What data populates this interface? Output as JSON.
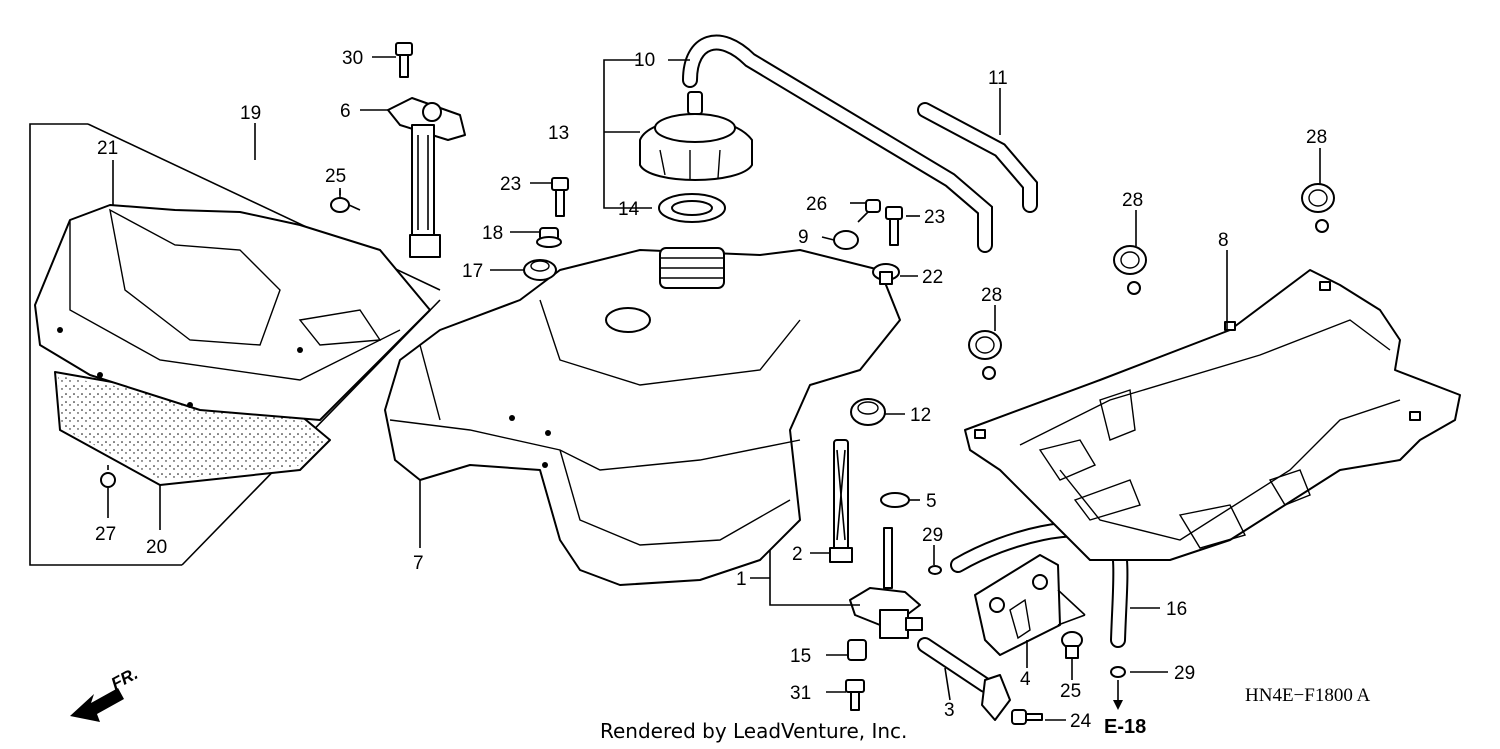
{
  "callouts": [
    {
      "id": "1",
      "label": "1"
    },
    {
      "id": "2",
      "label": "2"
    },
    {
      "id": "3",
      "label": "3"
    },
    {
      "id": "4",
      "label": "4"
    },
    {
      "id": "5",
      "label": "5"
    },
    {
      "id": "6",
      "label": "6"
    },
    {
      "id": "7",
      "label": "7"
    },
    {
      "id": "8",
      "label": "8"
    },
    {
      "id": "9",
      "label": "9"
    },
    {
      "id": "10",
      "label": "10"
    },
    {
      "id": "11",
      "label": "11"
    },
    {
      "id": "12",
      "label": "12"
    },
    {
      "id": "13",
      "label": "13"
    },
    {
      "id": "14",
      "label": "14"
    },
    {
      "id": "15",
      "label": "15"
    },
    {
      "id": "16",
      "label": "16"
    },
    {
      "id": "17",
      "label": "17"
    },
    {
      "id": "18",
      "label": "18"
    },
    {
      "id": "19",
      "label": "19"
    },
    {
      "id": "20",
      "label": "20"
    },
    {
      "id": "21",
      "label": "21"
    },
    {
      "id": "22",
      "label": "22"
    },
    {
      "id": "23a",
      "label": "23"
    },
    {
      "id": "23b",
      "label": "23"
    },
    {
      "id": "24",
      "label": "24"
    },
    {
      "id": "25a",
      "label": "25"
    },
    {
      "id": "25b",
      "label": "25"
    },
    {
      "id": "26",
      "label": "26"
    },
    {
      "id": "27",
      "label": "27"
    },
    {
      "id": "28a",
      "label": "28"
    },
    {
      "id": "28b",
      "label": "28"
    },
    {
      "id": "28c",
      "label": "28"
    },
    {
      "id": "29a",
      "label": "29"
    },
    {
      "id": "29b",
      "label": "29"
    },
    {
      "id": "30",
      "label": "30"
    },
    {
      "id": "31",
      "label": "31"
    }
  ],
  "reference": "E-18",
  "diagram_code": "HN4E−F1800 A",
  "credit": "Rendered by LeadVenture, Inc.",
  "front_indicator": "FR.",
  "icons": [
    "front-direction-arrow-icon"
  ]
}
